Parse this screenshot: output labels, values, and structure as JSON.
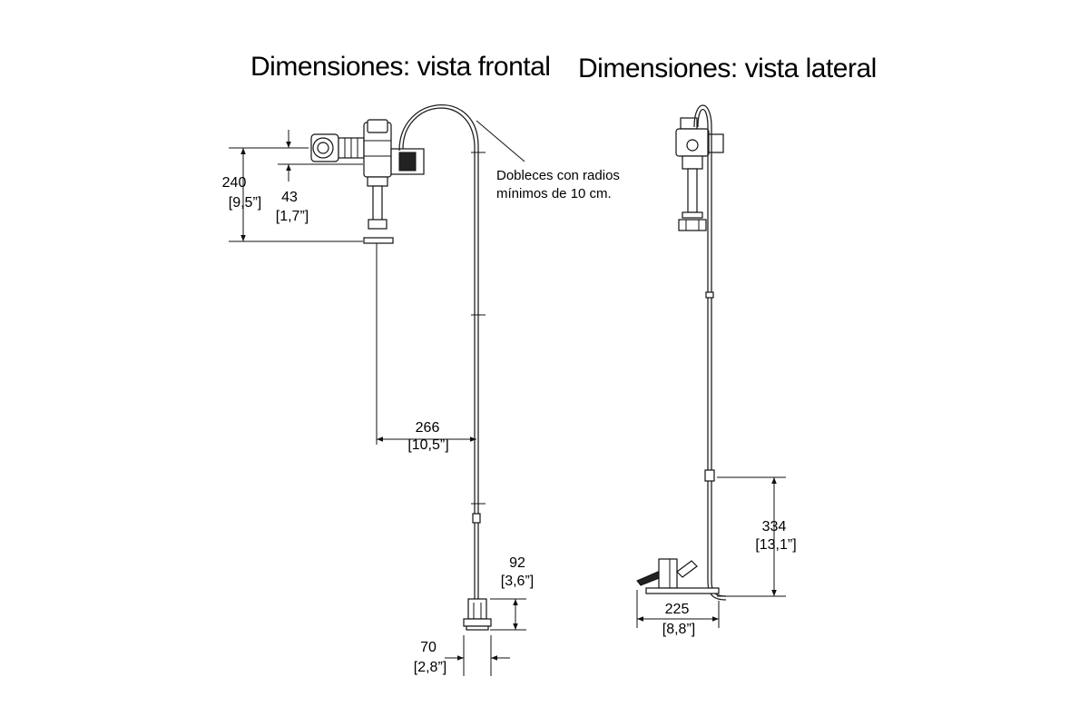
{
  "front": {
    "title": "Dimensiones: vista frontal",
    "note_line1": "Dobleces con radios",
    "note_line2": "mínimos de 10 cm.",
    "dims": {
      "d240": {
        "mm": "240",
        "in": "[9,5”]"
      },
      "d43": {
        "mm": "43",
        "in": "[1,7”]"
      },
      "d266": {
        "mm": "266",
        "in": "[10,5”]"
      },
      "d92": {
        "mm": "92",
        "in": "[3,6”]"
      },
      "d70": {
        "mm": "70",
        "in": "[2,8”]"
      }
    }
  },
  "side": {
    "title": "Dimensiones: vista lateral",
    "dims": {
      "d334": {
        "mm": "334",
        "in": "[13,1”]"
      },
      "d225": {
        "mm": "225",
        "in": "[8,8”]"
      }
    }
  }
}
